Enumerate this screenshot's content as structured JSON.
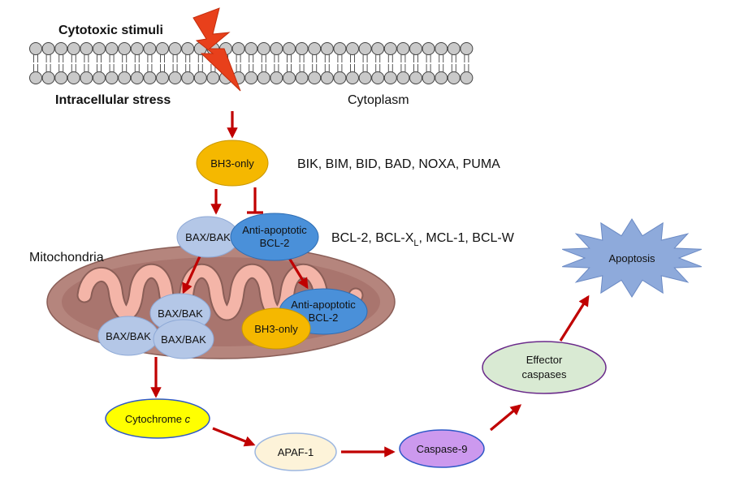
{
  "membrane": {
    "top_label": "Cytotoxic stimuli",
    "bottom_label": "Intracellular stress",
    "compartment_label": "Cytoplasm"
  },
  "mitochondria_label": "Mitochondria",
  "nodes": {
    "bh3_top": "BH3-only",
    "bax_bak_top": "BAX/BAK",
    "anti_apop_top_line1": "Anti-apoptotic",
    "anti_apop_top_line2": "BCL-2",
    "bax_bak_cluster_1": "BAX/BAK",
    "bax_bak_cluster_2": "BAX/BAK",
    "bax_bak_cluster_3": "BAX/BAK",
    "anti_apop_mito_line1": "Anti-apoptotic",
    "anti_apop_mito_line2": "BCL-2",
    "bh3_mito": "BH3-only",
    "cytochrome_c_prefix": "Cytochrome ",
    "cytochrome_c_italic": "c",
    "apaf1": "APAF-1",
    "caspase9": "Caspase-9",
    "effector_line1": "Effector",
    "effector_line2": "caspases",
    "apoptosis": "Apoptosis"
  },
  "annotations": {
    "bh3_members": "BIK, BIM, BID, BAD, NOXA, PUMA",
    "bcl2_members_a": "BCL-2, BCL-X",
    "bcl2_members_sub": "L",
    "bcl2_members_b": ", MCL-1, BCL-W"
  },
  "colors": {
    "arrow": "#c00000",
    "bh3": "#f5b800",
    "bax": "#b4c7e7",
    "anti_apoptotic": "#4a90d9",
    "cytochrome": "#ffff00",
    "apaf1": "#fdf3d9",
    "caspase9": "#cc99ee",
    "effector": "#d9ead3",
    "apoptosis": "#8eaadb",
    "mito_outer": "#b5857d",
    "mito_inner": "#f4b5a8"
  }
}
